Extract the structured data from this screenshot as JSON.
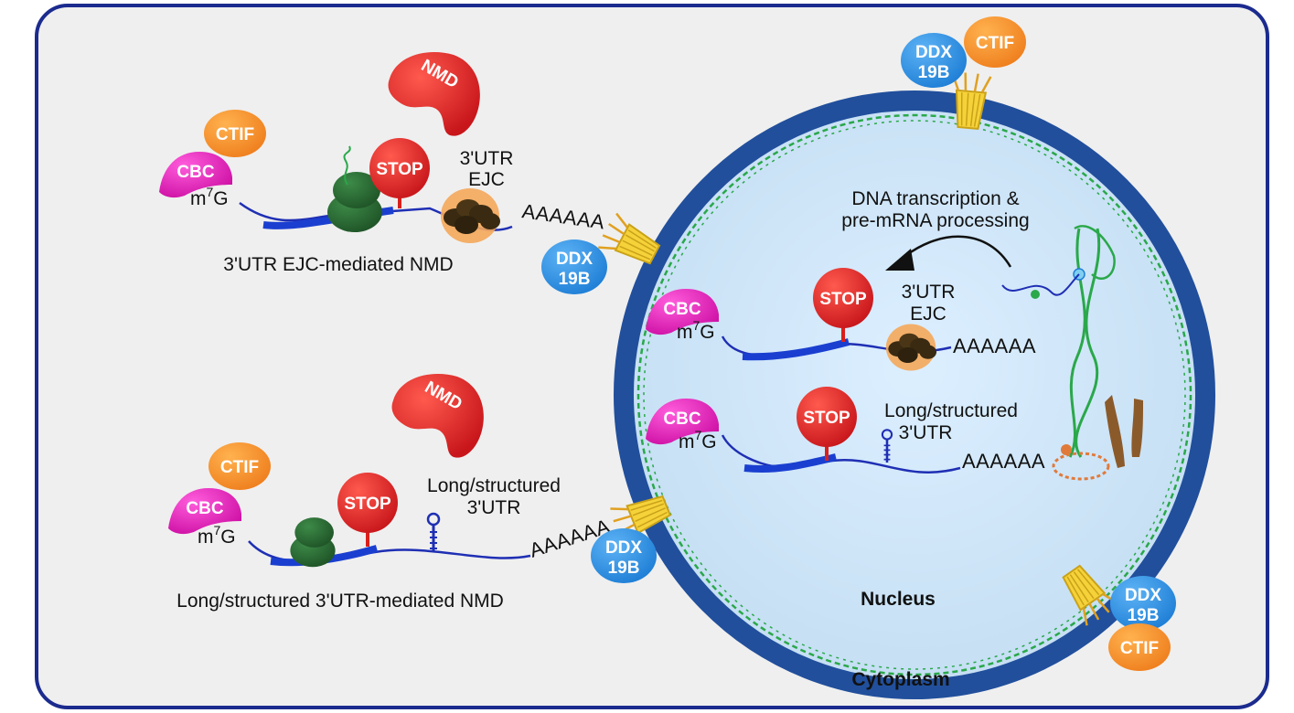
{
  "colors": {
    "background": "#efefef",
    "border": "#1b2b8e",
    "nucleus_fill": "#cfe6f7",
    "envelope": "#214f9c",
    "chromatin": "#2aa84a",
    "cbc": "#e023b8",
    "ctif": "#f5902f",
    "stop": "#d9201c",
    "nmd": "#c8161b",
    "ribosome": "#2a6b34",
    "ddx": "#2a8fe0",
    "ejc": "#3a2a12",
    "mrna_thin": "#1f2fb4",
    "mrna_thick": "#1a3fd0"
  },
  "labels": {
    "top_pathway_caption": "3'UTR EJC-mediated NMD",
    "bottom_pathway_caption": "Long/structured 3'UTR-mediated NMD",
    "nucleus": "Nucleus",
    "cytoplasm": "Cytoplasm",
    "transcription_line1": "DNA transcription &",
    "transcription_line2": "pre-mRNA processing",
    "utr_ejc_line1": "3'UTR",
    "utr_ejc_line2": "EJC",
    "long_line1": "Long/structured",
    "long_line2": "3'UTR",
    "cbc": "CBC",
    "ctif": "CTIF",
    "stop": "STOP",
    "nmd": "NMD",
    "ddx_line1": "DDX",
    "ddx_line2": "19B",
    "m7g_base": "m",
    "m7g_sup": "7",
    "m7g_end": "G",
    "polya": "AAAAAA"
  },
  "icons": [
    "cbc-protein-icon",
    "ctif-protein-icon",
    "stop-codon-icon",
    "nmd-factor-icon",
    "ribosome-icon",
    "ejc-complex-icon",
    "ddx19b-icon",
    "nuclear-pore-icon",
    "stem-loop-icon",
    "chromosome-icon",
    "dna-helix-icon"
  ]
}
